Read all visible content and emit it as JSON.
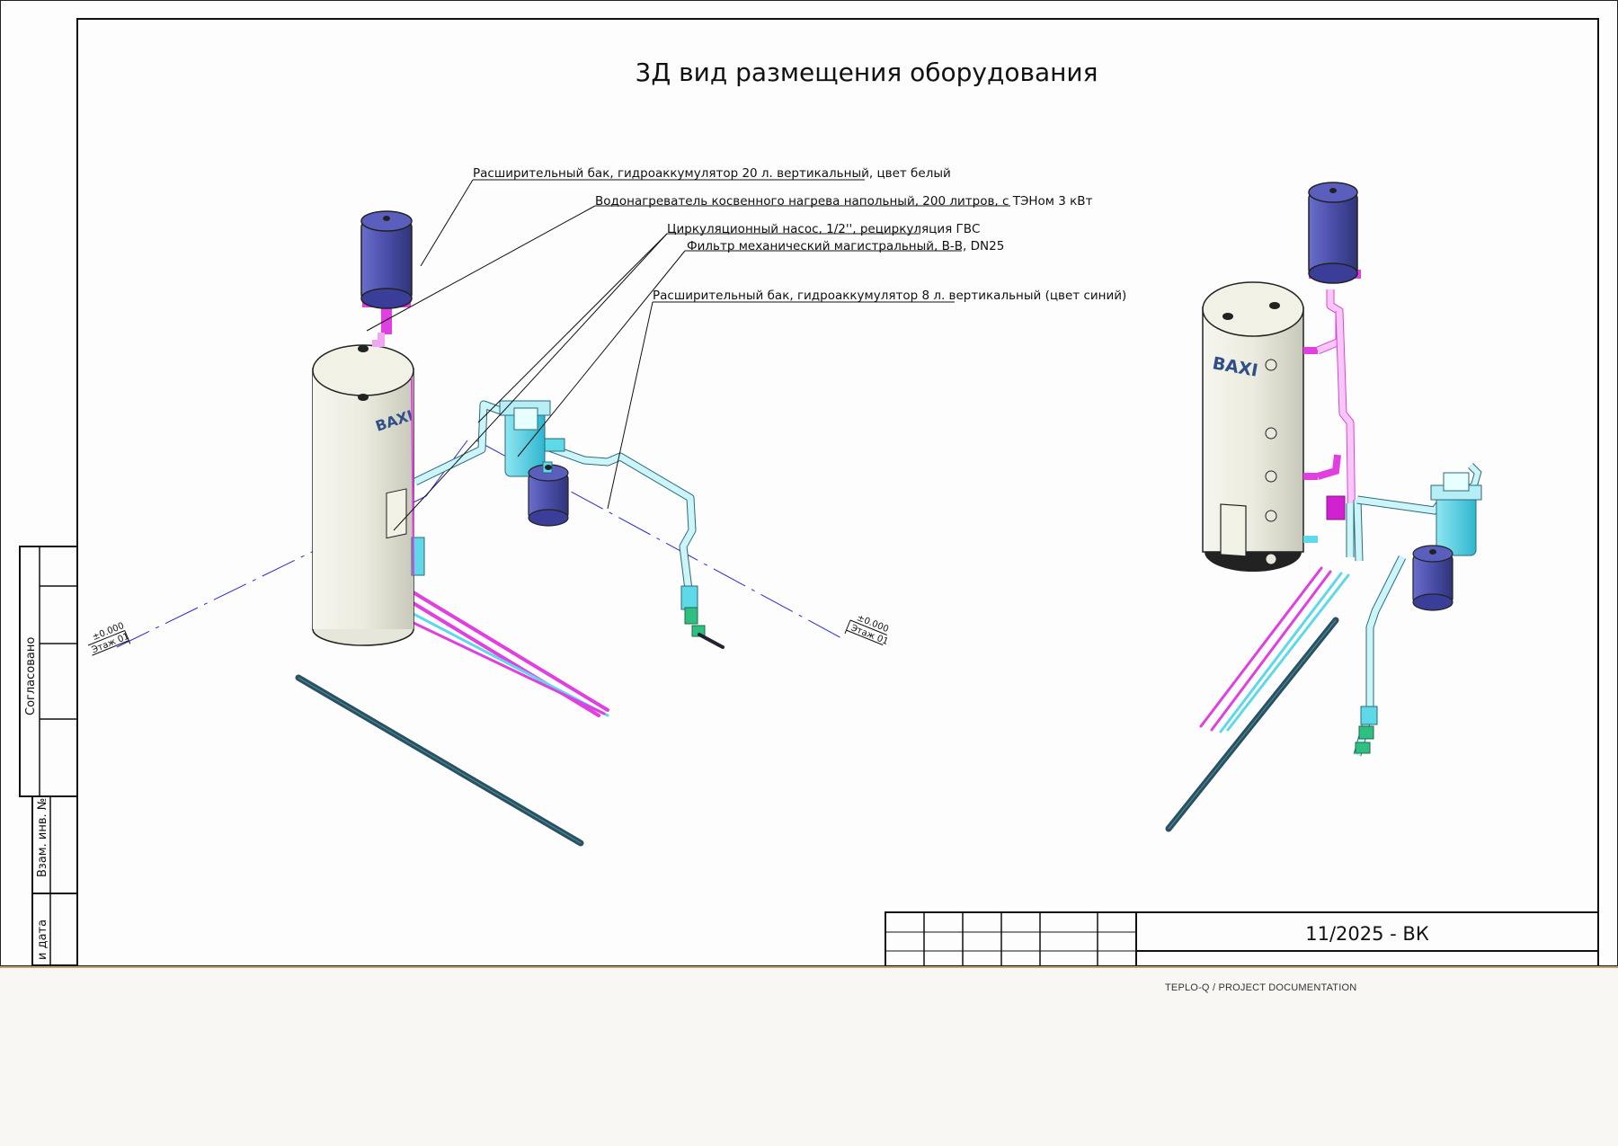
{
  "drawing": {
    "title": "3Д вид размещения оборудования",
    "labels": [
      "Расширительный бак, гидроаккумулятор 20 л. вертикальный, цвет белый",
      "Водонагреватель косвенного нагрева напольный, 200 литров, с ТЭНом 3 кВт",
      "Циркуляционный насос, 1/2'', рециркуляция ГВС",
      "Фильтр механический магистральный, В-В, DN25",
      "Расширительный бак, гидроаккумулятор 8 л. вертикальный (цвет синий)"
    ],
    "level_mark": "±0.000",
    "floor_mark": "Этаж 01",
    "brand": "BAXI"
  },
  "side_stamp": {
    "approved": "Согласовано",
    "inv_no": "Взам. инв. №",
    "date": "и дата"
  },
  "title_block": {
    "code": "11/2025 - ВК"
  },
  "footer": {
    "text": "TEPLO-Q / PROJECT DOCUMENTATION"
  },
  "colors": {
    "hot_pipe": "#e040e0",
    "cold_pipe": "#5fd8e8",
    "tank_blue": "#4a4ea8",
    "heater_body": "#efefe4",
    "axis_line": "#2a2ad0",
    "footer_rule": "#c8a070"
  }
}
